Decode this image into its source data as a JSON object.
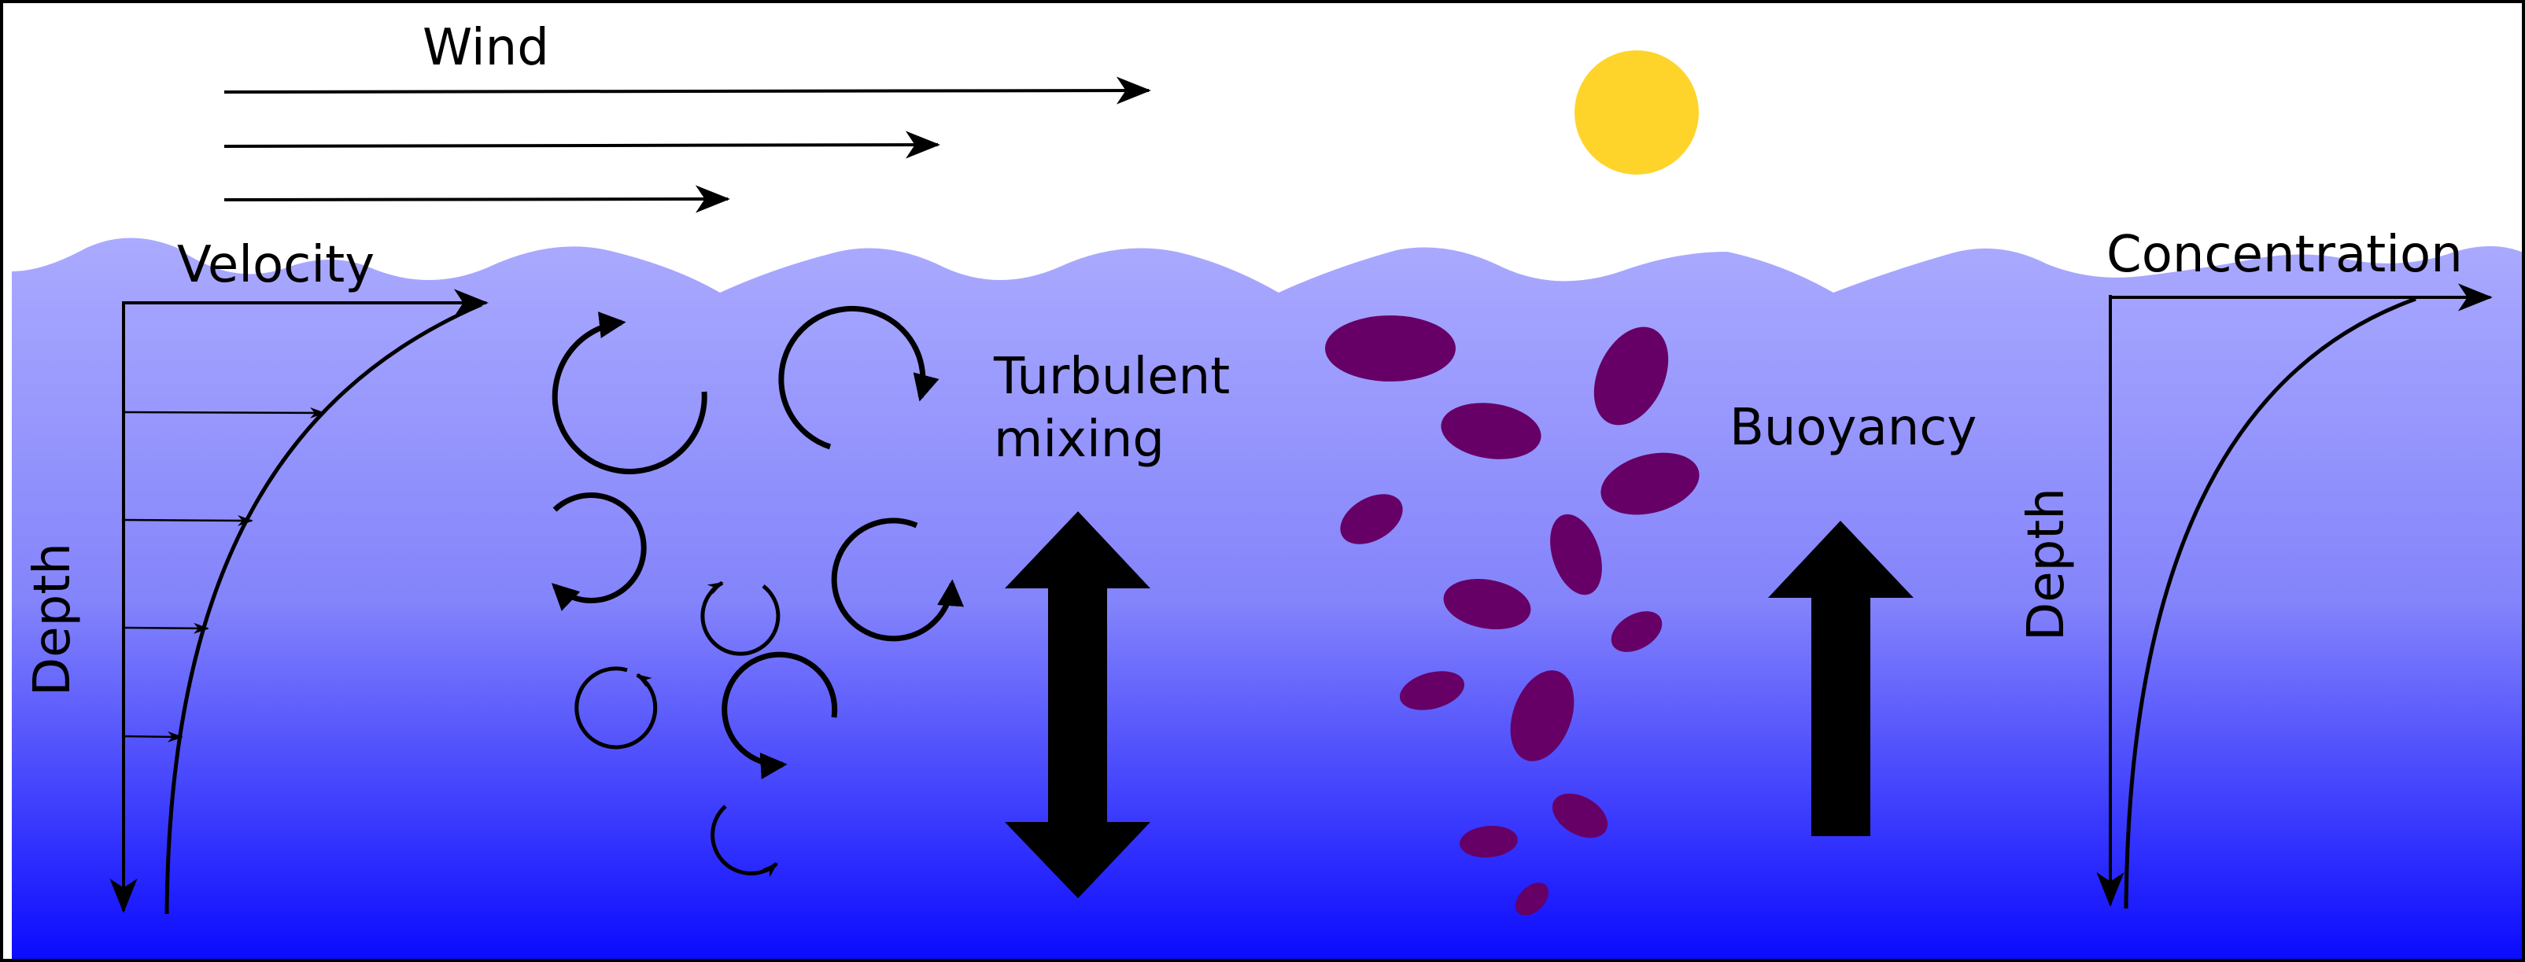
{
  "labels": {
    "wind": "Wind",
    "velocity": "Velocity",
    "depth_left": "Depth",
    "turbulent_line1": "Turbulent",
    "turbulent_line2": "mixing",
    "buoyancy": "Buoyancy",
    "concentration": "Concentration",
    "depth_right": "Depth"
  },
  "colors": {
    "sky": "#ffffff",
    "water_top": "#aaaaff",
    "water_bottom": "#0a0aff",
    "sun": "#ffd42a",
    "particles": "#660066",
    "ink": "#000000"
  },
  "icons": {
    "sun": "sun-icon",
    "wind_arrows": "arrow-right-icon",
    "mixing_arrow": "double-vertical-arrow-icon",
    "buoyancy_arrow": "up-arrow-icon",
    "eddies": "circular-arrow-icon"
  }
}
